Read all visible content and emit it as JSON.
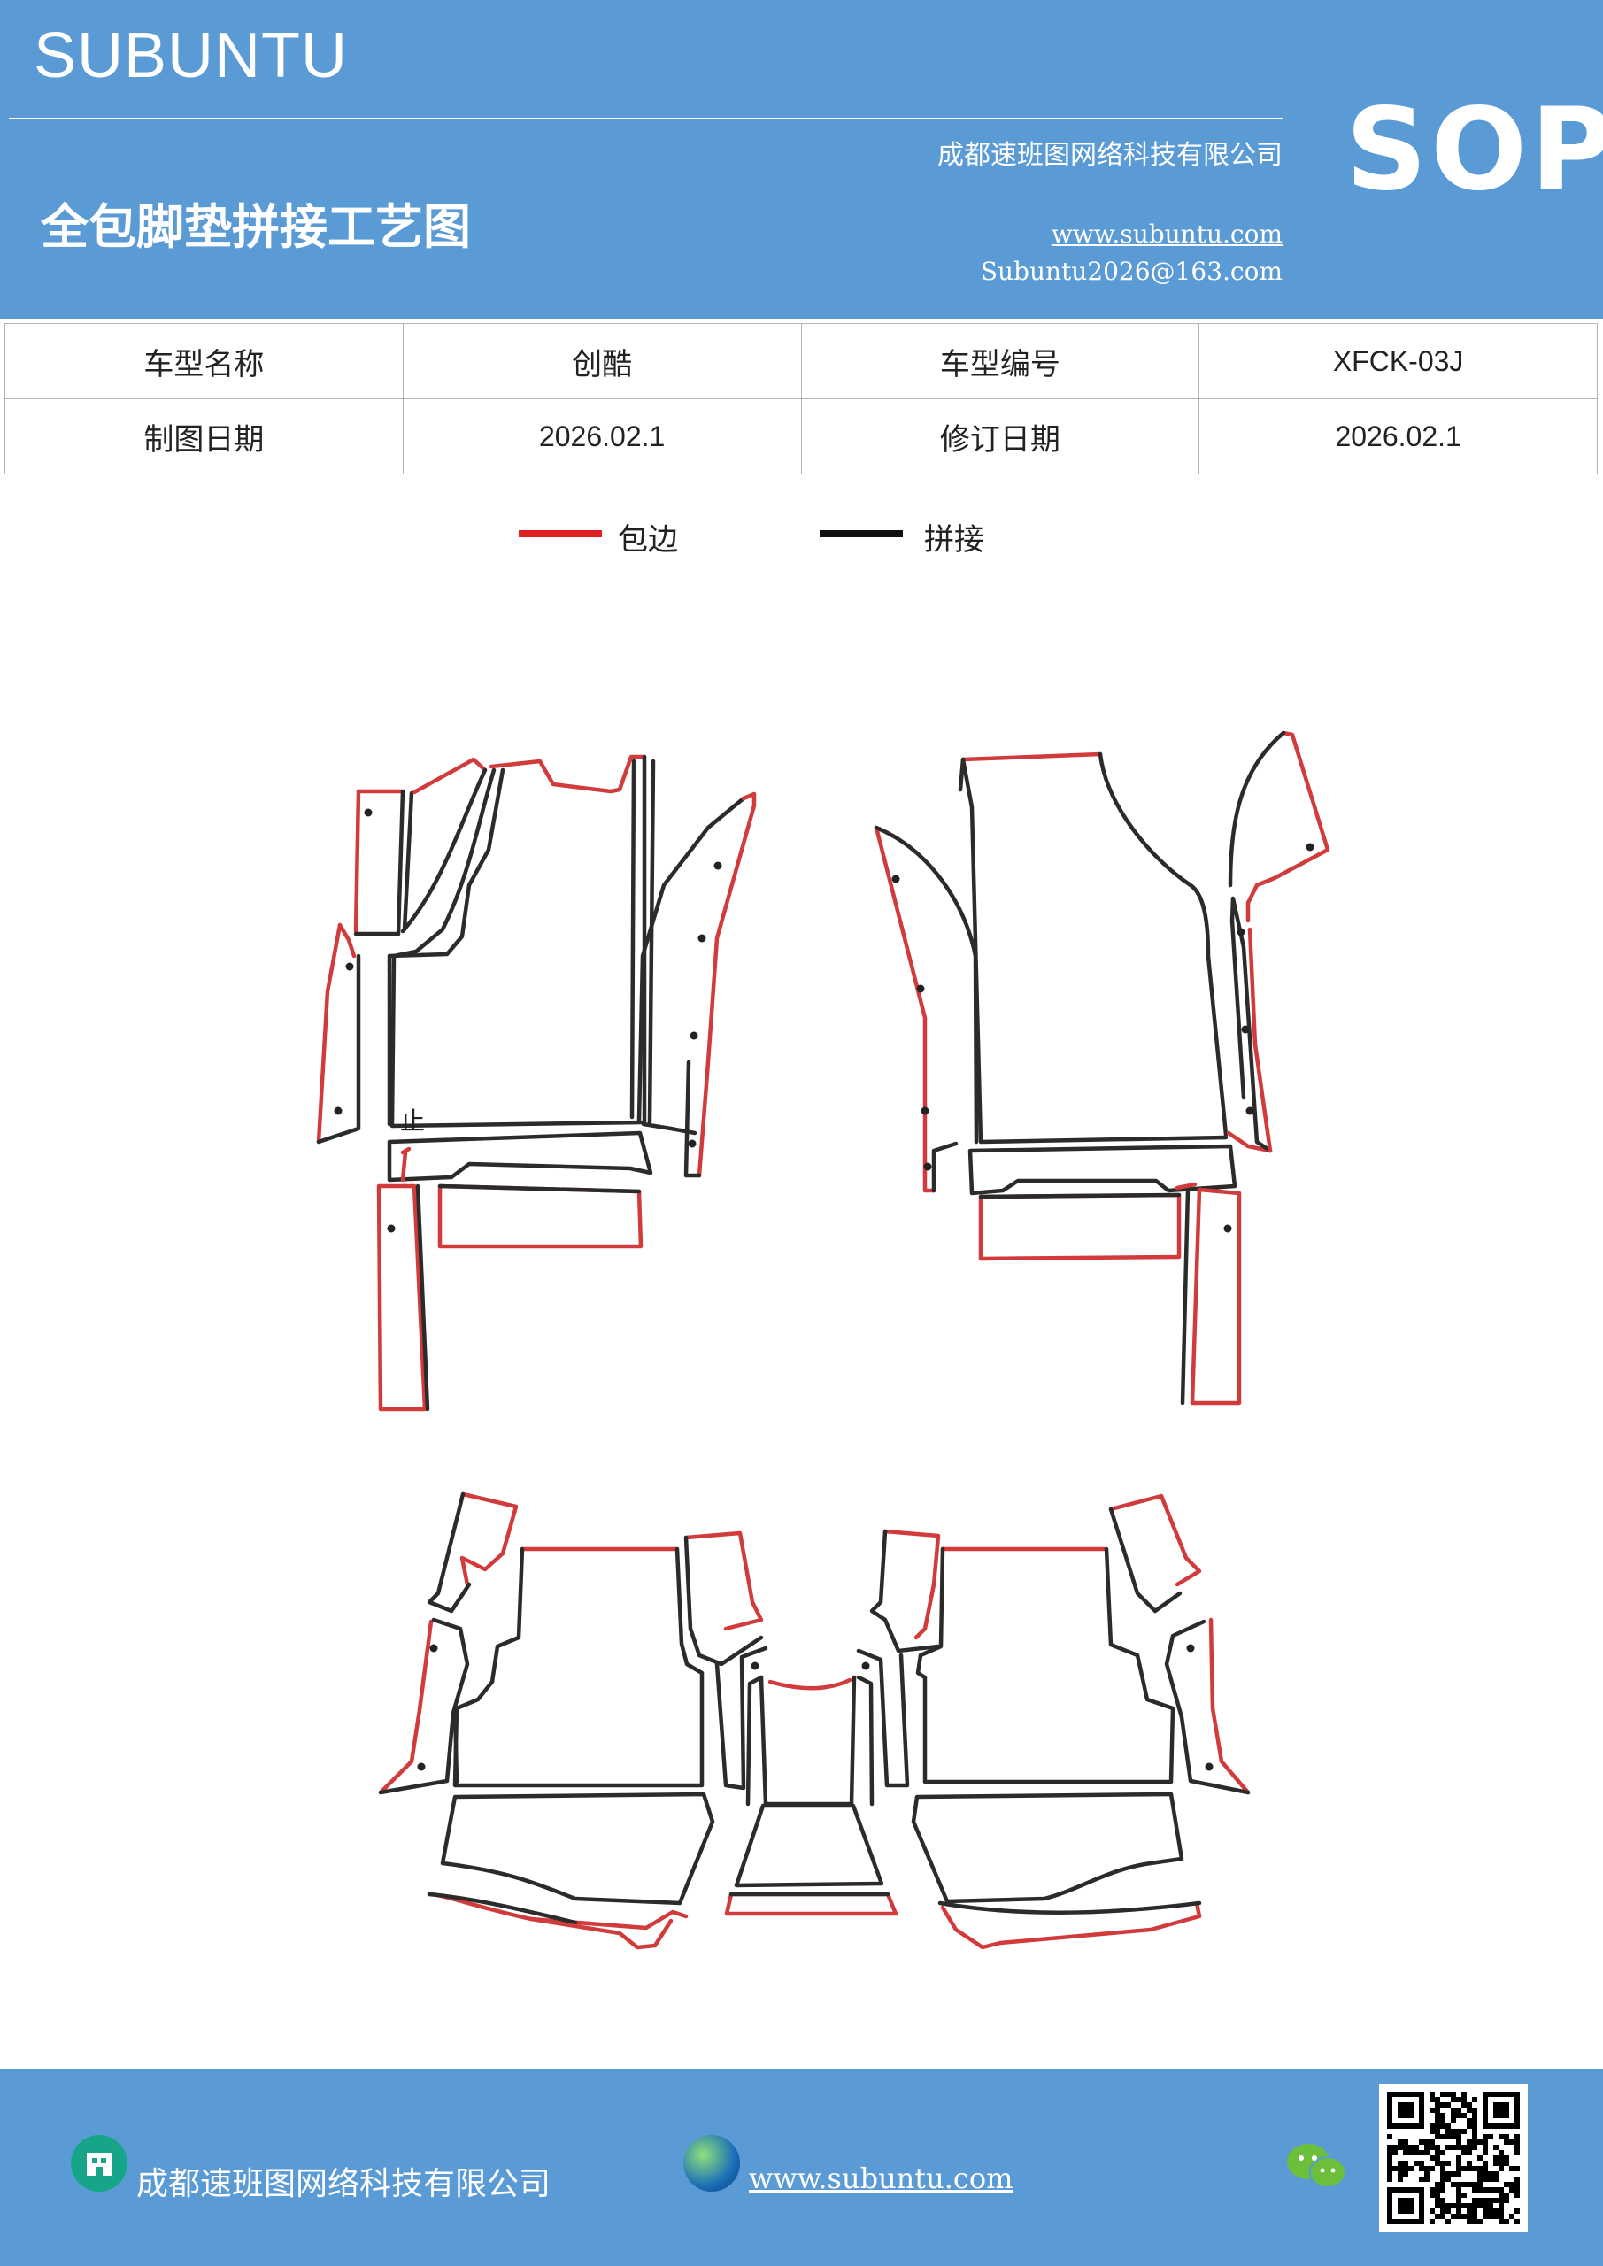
{
  "header": {
    "brand": "SUBUNTU",
    "company": "成都速班图网络科技有限公司",
    "title": "全包脚垫拼接工艺图",
    "website": "www.subuntu.com",
    "email": "Subuntu2026@163.com",
    "badge": "SOP",
    "background_color": "#5b9bd5"
  },
  "info_table": {
    "rows": [
      [
        "车型名称",
        "创酷",
        "车型编号",
        "XFCK-03J"
      ],
      [
        "制图日期",
        "2026.02.1",
        "修订日期",
        "2026.02.1"
      ]
    ]
  },
  "legend": [
    {
      "label": "包边",
      "color": "#e02020"
    },
    {
      "label": "拼接",
      "color": "#111111"
    }
  ],
  "diagram": {
    "edge_color": "#d23b3b",
    "seam_color": "#2b2b2b",
    "mark_text": "止"
  },
  "footer": {
    "company": "成都速班图网络科技有限公司",
    "website": "www.subuntu.com",
    "icons": [
      "building-icon",
      "globe-icon",
      "wechat-icon",
      "qr-code"
    ]
  }
}
